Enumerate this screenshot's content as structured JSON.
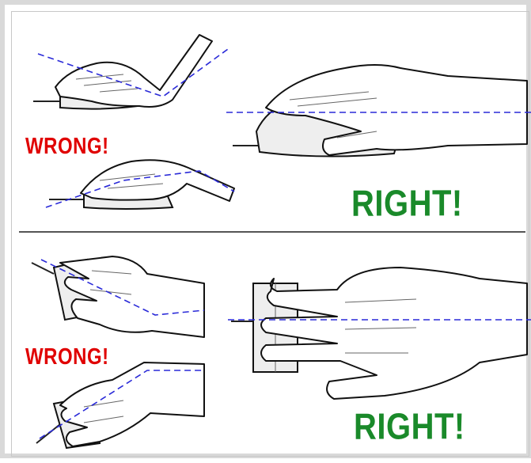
{
  "labels": {
    "wrong_top": "WRONG!",
    "right_top": "RIGHT!",
    "wrong_bottom": "WRONG!",
    "right_bottom": "RIGHT!"
  },
  "colors": {
    "wrong": "#e00000",
    "right": "#1a8a2a",
    "guide_line": "#2a2ad8",
    "divider": "#555555"
  }
}
